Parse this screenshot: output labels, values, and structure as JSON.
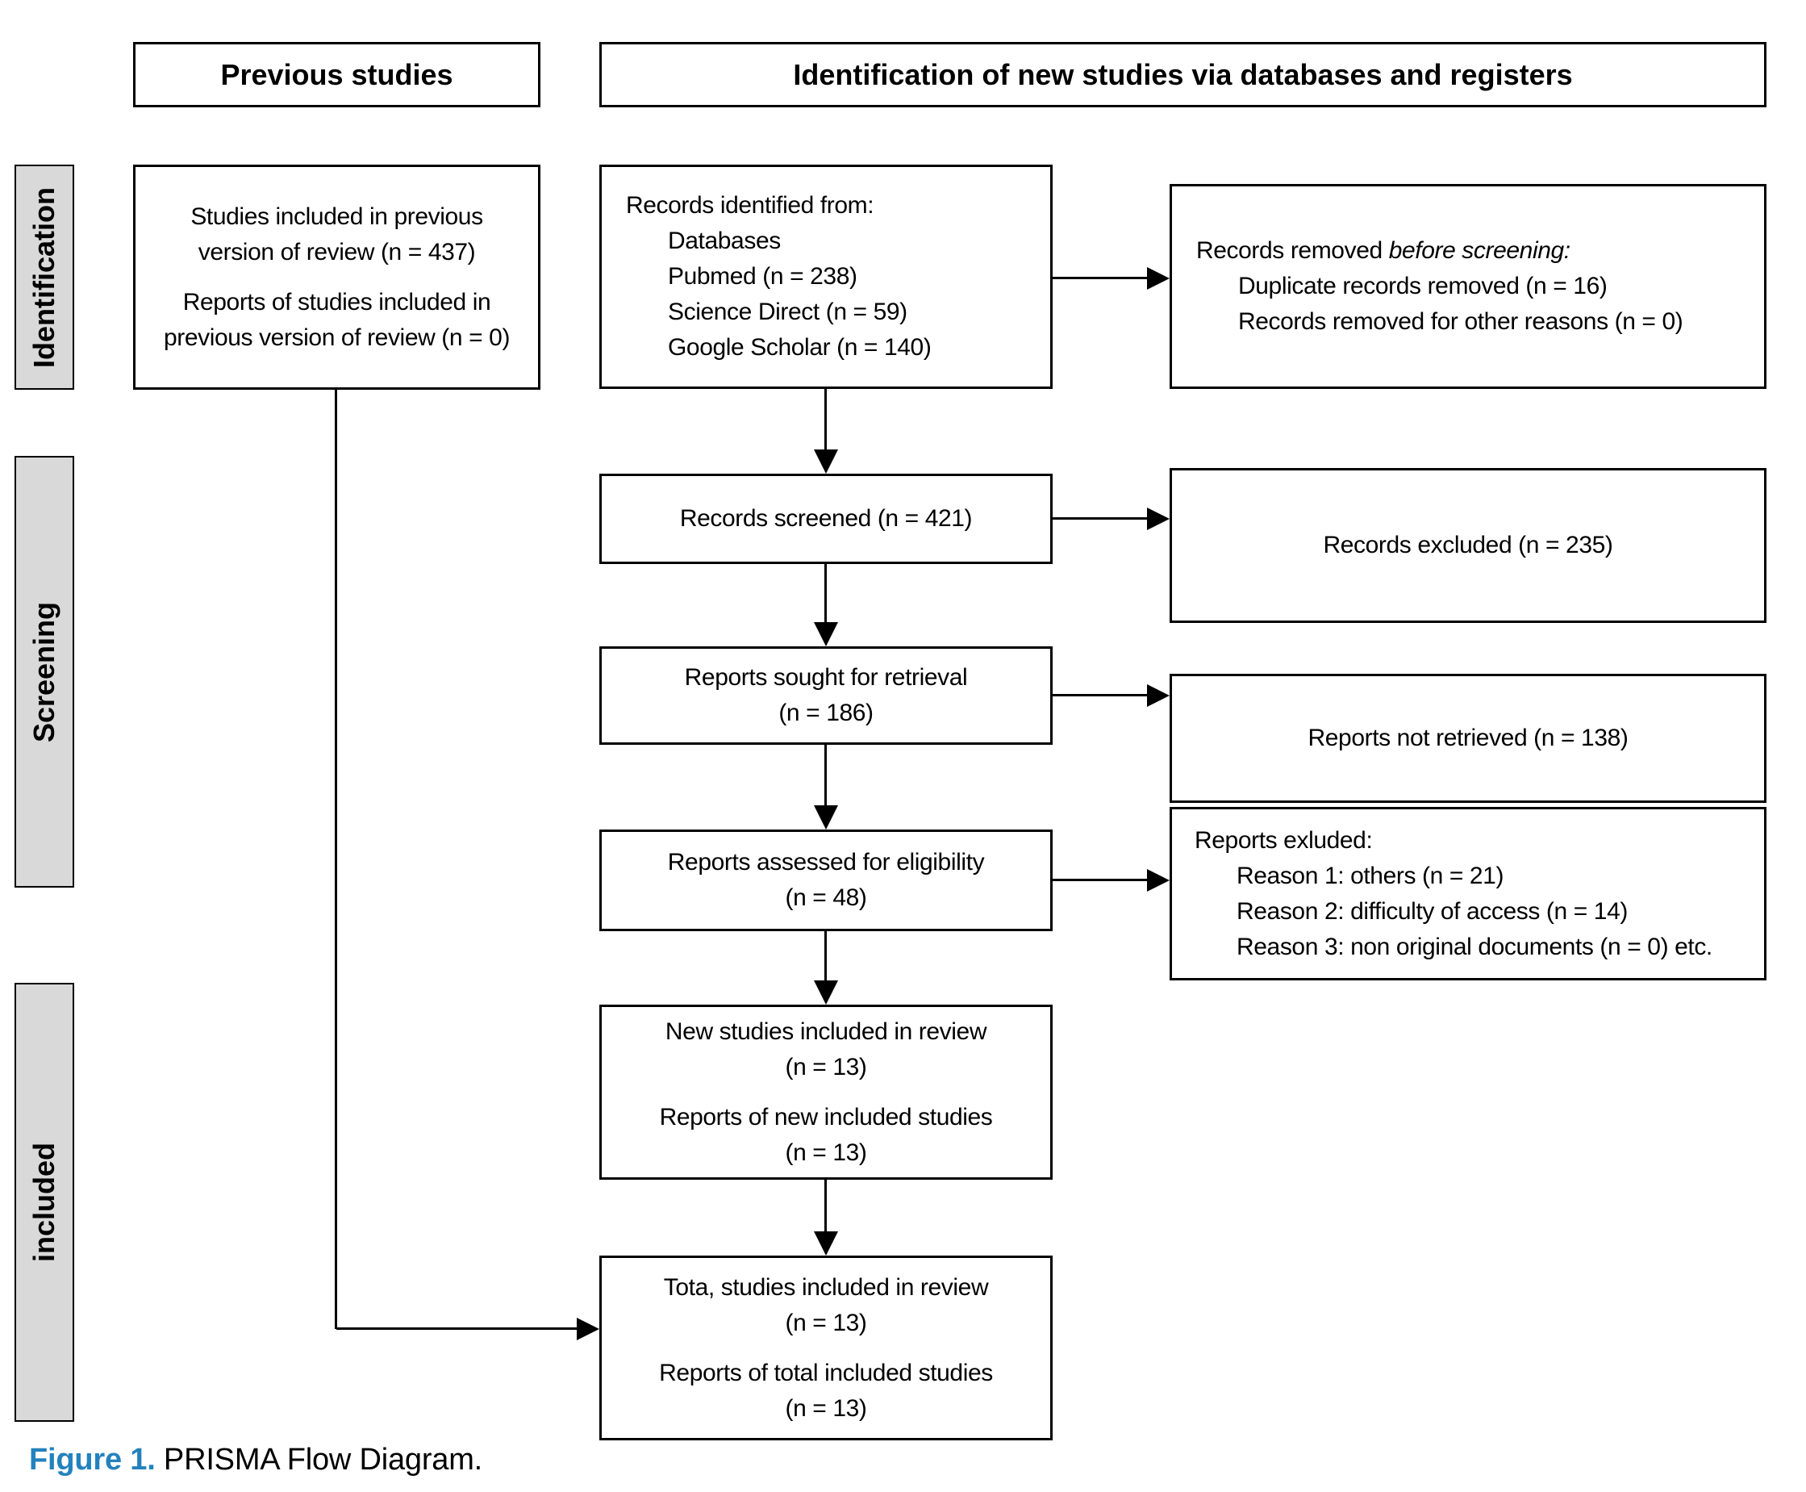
{
  "colors": {
    "caption_blue": "#2382bd",
    "sidebar_gray": "#d9d9d9"
  },
  "headers": {
    "previous": "Previous studies",
    "identification": "Identification of new studies via databases and registers"
  },
  "sidebar": {
    "identification": "Identification",
    "screening": "Screening",
    "included": "included"
  },
  "boxes": {
    "previous_studies": {
      "para1": "Studies included in previous version of review (n = 437)",
      "para2": "Reports of studies included in previous version of review (n = 0)"
    },
    "records_identified": {
      "intro": "Records identified from:",
      "items": [
        "Databases",
        "Pubmed (n = 238)",
        "Science Direct (n = 59)",
        "Google Scholar (n = 140)"
      ]
    },
    "records_removed": {
      "intro_plain": "Records removed ",
      "intro_italic": "before screening:",
      "items": [
        "Duplicate records removed (n = 16)",
        "Records removed for other reasons (n = 0)"
      ]
    },
    "records_screened": {
      "line1": "Records screened (n = 421)"
    },
    "records_excluded": {
      "line1": "Records excluded (n = 235)"
    },
    "reports_sought": {
      "line1": "Reports sought for retrieval",
      "line2": "(n = 186)"
    },
    "reports_not_retrieved": {
      "line1": "Reports not retrieved (n = 138)"
    },
    "reports_assessed": {
      "line1": "Reports assessed for eligibility",
      "line2": "(n = 48)"
    },
    "reports_excluded": {
      "intro": "Reports exluded:",
      "items": [
        "Reason 1: others (n = 21)",
        "Reason 2: difficulty of access (n = 14)",
        "Reason 3: non original documents (n = 0) etc."
      ]
    },
    "new_studies_included": {
      "para1_line1": "New studies included in review",
      "para1_line2": "(n = 13)",
      "para2_line1": "Reports of new included studies",
      "para2_line2": "(n = 13)"
    },
    "total_studies_included": {
      "para1_line1": "Tota, studies included in review",
      "para1_line2": "(n = 13)",
      "para2_line1": "Reports of total included studies",
      "para2_line2": "(n = 13)"
    }
  },
  "caption": {
    "label": "Figure 1.",
    "text": " PRISMA Flow Diagram."
  }
}
